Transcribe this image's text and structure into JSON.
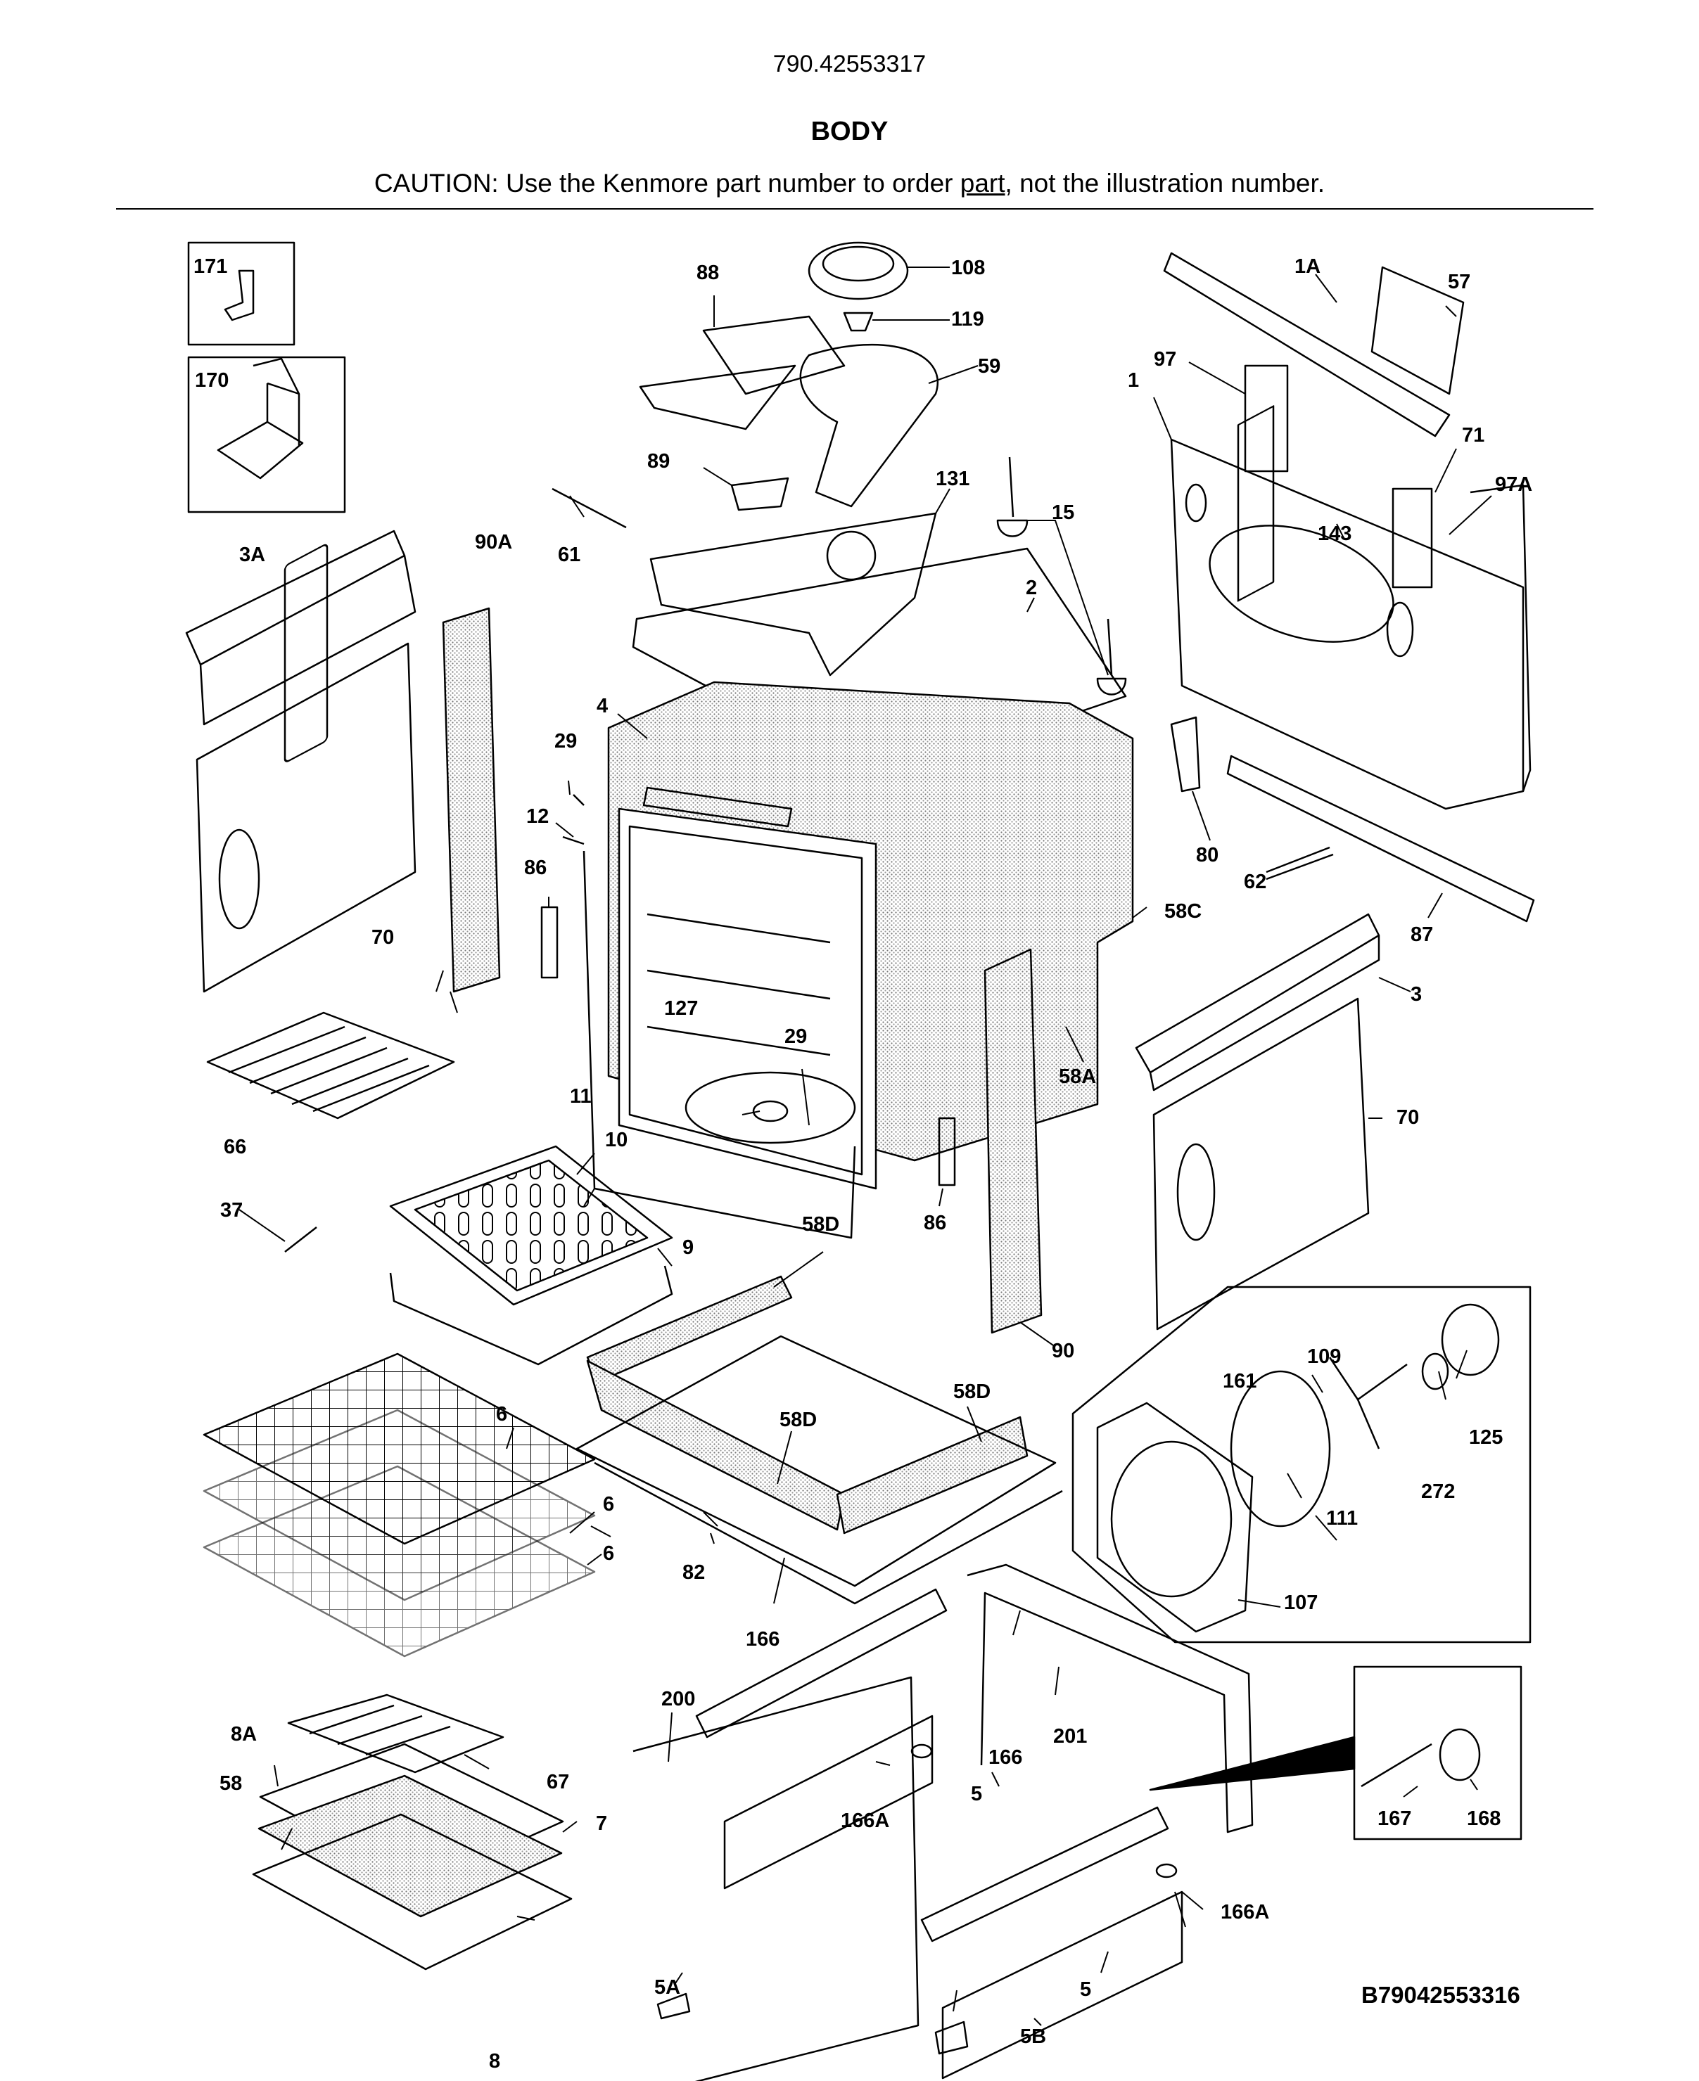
{
  "header": {
    "model_number": "790.42553317",
    "title": "BODY",
    "caution_prefix": "CAUTION: Use the Kenmore part number to order ",
    "caution_link": "part",
    "caution_suffix": ", not the illustration number."
  },
  "footer": {
    "diagram_code": "B79042553316"
  },
  "callouts": {
    "c171": "171",
    "c170": "170",
    "c3A": "3A",
    "c90A": "90A",
    "c70L": "70",
    "c88": "88",
    "c108": "108",
    "c119": "119",
    "c59": "59",
    "c89": "89",
    "c61": "61",
    "c131": "131",
    "c15": "15",
    "c2": "2",
    "c4": "4",
    "c29a": "29",
    "c12": "12",
    "c86a": "86",
    "c127": "127",
    "c29b": "29",
    "c11": "11",
    "c1A": "1A",
    "c57": "57",
    "c97": "97",
    "c1": "1",
    "c71": "71",
    "c97A": "97A",
    "c143": "143",
    "c80": "80",
    "c62": "62",
    "c87": "87",
    "c58C": "58C",
    "c3": "3",
    "c58A": "58A",
    "c70R": "70",
    "c66": "66",
    "c10": "10",
    "c37": "37",
    "c9": "9",
    "c58D1": "58D",
    "c86b": "86",
    "c90": "90",
    "c58D2": "58D",
    "c58D3": "58D",
    "c6a": "6",
    "c6b": "6",
    "c6c": "6",
    "c82": "82",
    "c109": "109",
    "c161": "161",
    "c125": "125",
    "c272": "272",
    "c111": "111",
    "c107": "107",
    "c166a": "166",
    "c200": "200",
    "c201": "201",
    "c166b": "166",
    "c5a": "5",
    "c166A1": "166A",
    "c8A": "8A",
    "c58": "58",
    "c67": "67",
    "c7": "7",
    "c166A2": "166A",
    "c5b": "5",
    "c5A": "5A",
    "c5B": "5B",
    "c8": "8",
    "c167": "167",
    "c168": "168"
  },
  "colors": {
    "ink": "#000000",
    "insulation": "#9a9a9a",
    "paper": "#ffffff"
  }
}
